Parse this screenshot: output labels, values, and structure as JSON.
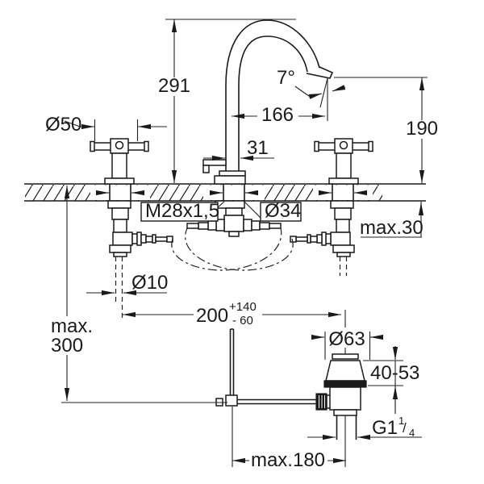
{
  "drawing": {
    "kind": "faucet-installation-dimension-drawing",
    "line_color": "#1a1a1a",
    "bg_color": "#ffffff",
    "dims": {
      "spout_height": "291",
      "spray_angle": "7°",
      "spout_reach": "166",
      "spout_tube_dia": "31",
      "outlet_height": "190",
      "handle_dia": "Ø50",
      "shank_thread": "M28x1,5",
      "deck_hole_dia": "Ø34",
      "deck_thickness_max": "max.30",
      "pull_rod_dia": "Ø10",
      "rod_length_max_line1": "max.",
      "rod_length_max_line2": "300",
      "rod_to_waste": "200",
      "rod_to_waste_tol_plus": "+140",
      "rod_to_waste_tol_minus": "- 60",
      "waste_flange_dia": "Ø63",
      "waste_clamp_range": "40-53",
      "waste_thread_main": "G1",
      "waste_thread_sup": "1",
      "waste_thread_slash": "/",
      "waste_thread_sub": "4",
      "waste_offset_max": "max.180"
    }
  }
}
